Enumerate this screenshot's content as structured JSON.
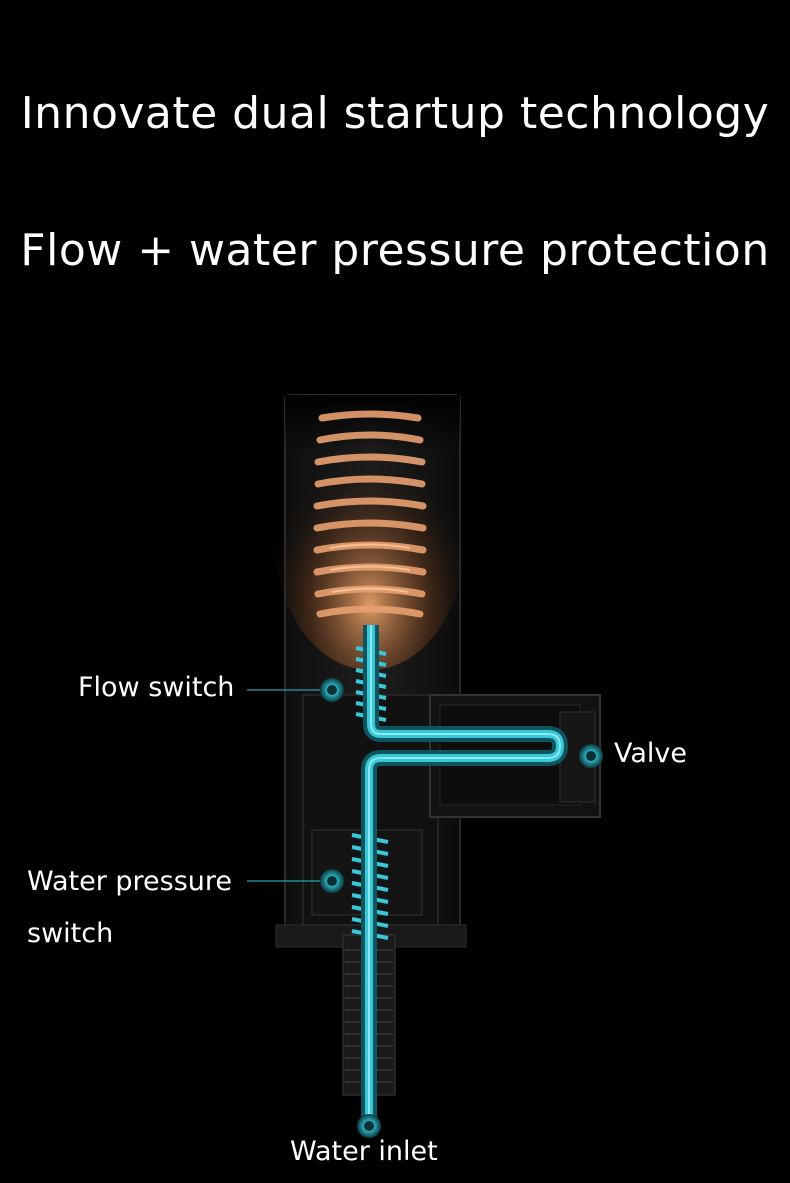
{
  "headline": {
    "title": "Innovate dual startup technology",
    "subtitle": "Flow + water pressure protection"
  },
  "callouts": {
    "flow_switch": "Flow switch",
    "valve": "Valve",
    "water_pressure_switch_line1": "Water pressure",
    "water_pressure_switch_line2": "switch",
    "water_inlet": "Water inlet"
  },
  "colors": {
    "background": "#000000",
    "water_channel": "#38c8d8",
    "heating_coil": "#e8a070",
    "housing": "#1c1c1c",
    "text": "#ffffff"
  }
}
